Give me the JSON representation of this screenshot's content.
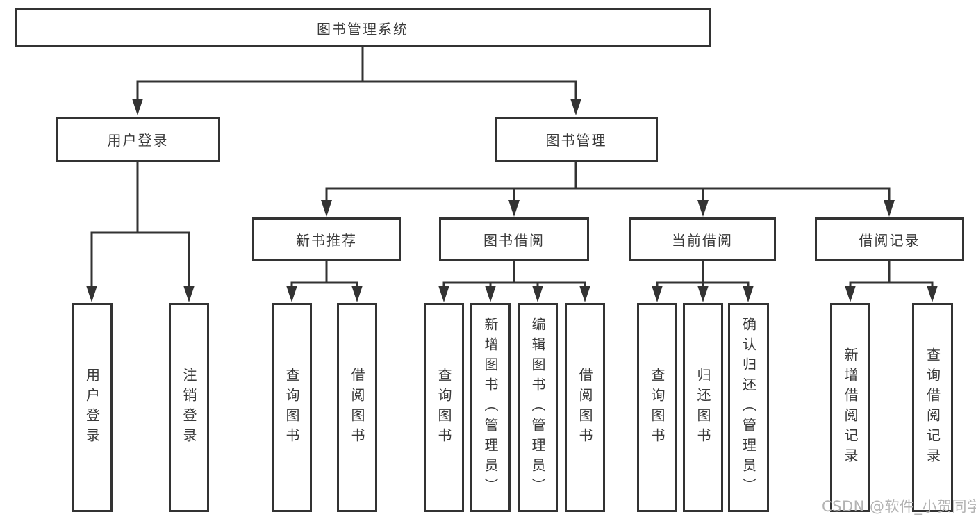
{
  "diagram": {
    "root": {
      "label": "图书管理系统"
    },
    "level2": [
      {
        "label": "用户登录"
      },
      {
        "label": "图书管理"
      }
    ],
    "level3": [
      {
        "label": "新书推荐"
      },
      {
        "label": "图书借阅"
      },
      {
        "label": "当前借阅"
      },
      {
        "label": "借阅记录"
      }
    ],
    "leaves": {
      "user_login": [
        "用户登录",
        "注销登录"
      ],
      "new_book_recommend": [
        "查询图书",
        "借阅图书"
      ],
      "book_borrow": [
        "查询图书",
        "新增图书（管理员）",
        "编辑图书（管理员）",
        "借阅图书"
      ],
      "current_borrow": [
        "查询图书",
        "归还图书",
        "确认归还（管理员）"
      ],
      "borrow_records": [
        "新增借阅记录",
        "查询借阅记录"
      ]
    }
  },
  "watermark": {
    "text": "CSDN @软件_小贺同学"
  },
  "colors": {
    "line": "#333333",
    "text": "#3a3a3a",
    "background": "#ffffff",
    "watermark": "#b3b3b3"
  }
}
